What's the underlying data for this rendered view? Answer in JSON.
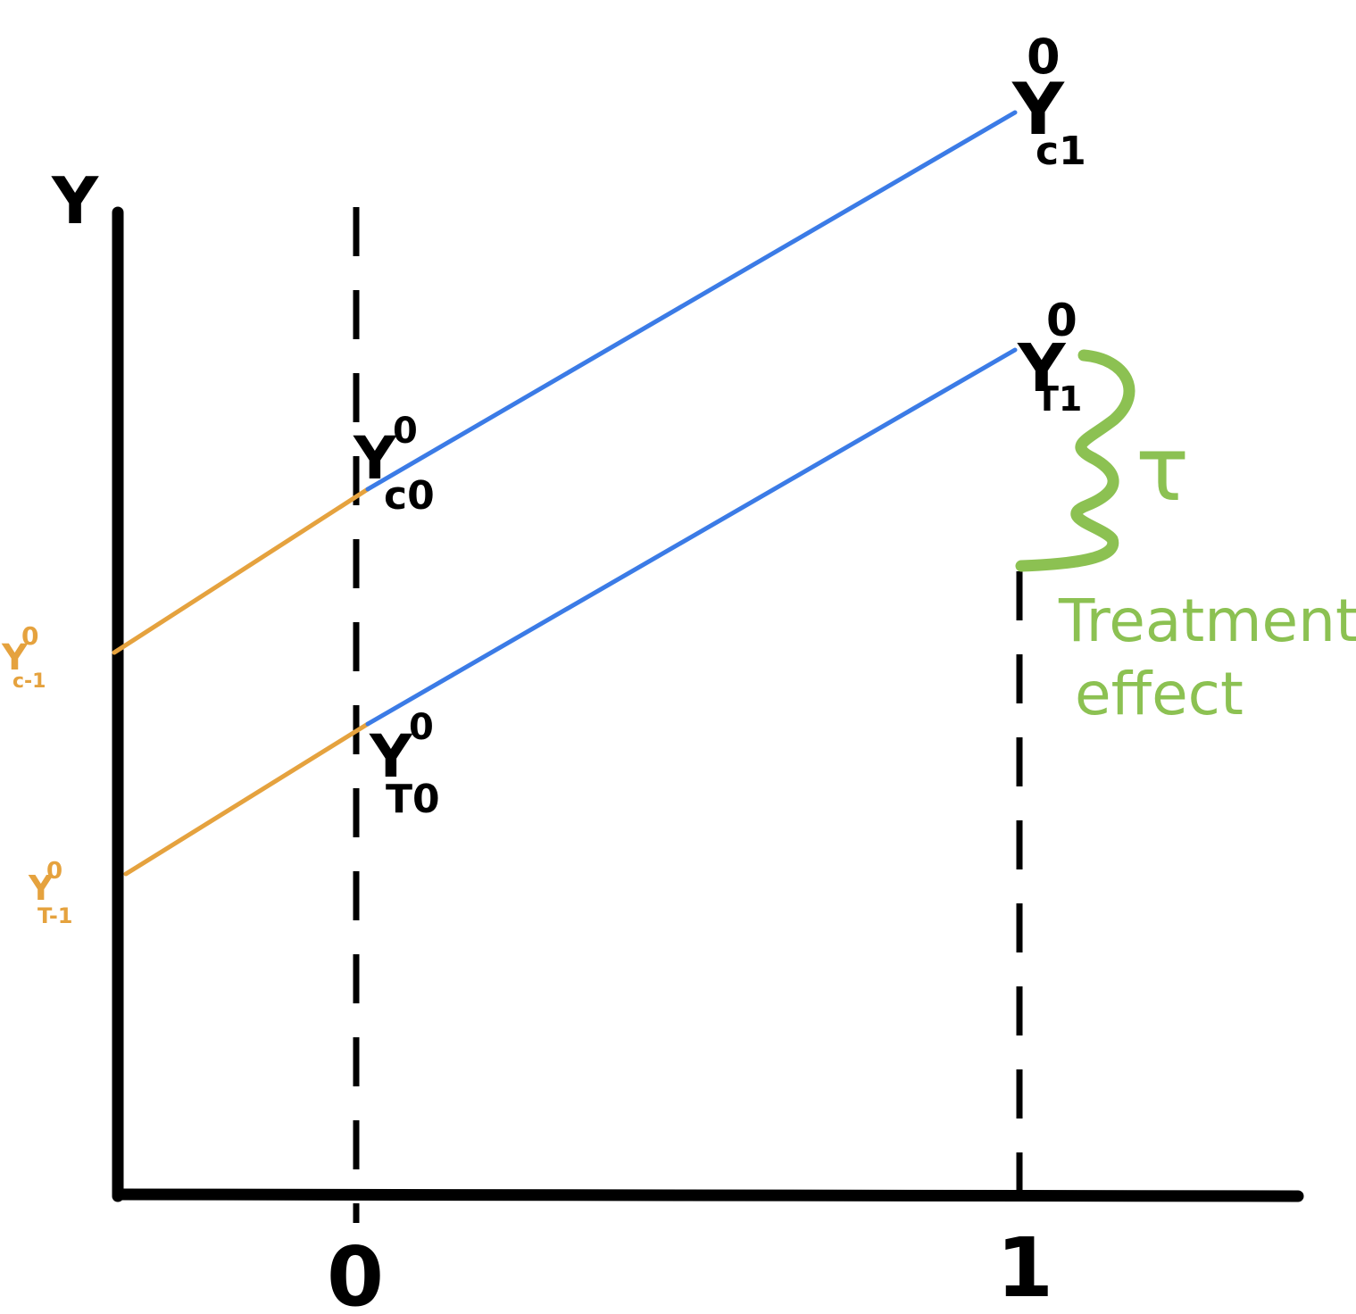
{
  "colors": {
    "axis": "#000000",
    "pre_period": "#E5A23E",
    "post_period": "#3B7BE6",
    "annotation": "#8CC152",
    "background": "#ffffff"
  },
  "axes": {
    "y_label": "Y",
    "x_tick_0": "0",
    "x_tick_1": "1"
  },
  "labels": {
    "control_pre": {
      "main": "Y",
      "sup": "0",
      "sub": "c-1"
    },
    "treated_pre": {
      "main": "Y",
      "sup": "0",
      "sub": "T-1"
    },
    "control_t0": {
      "main": "Y",
      "sup": "0",
      "sub": "c0"
    },
    "treated_t0": {
      "main": "Y",
      "sup": "0",
      "sub": "T0"
    },
    "control_t1": {
      "main": "Y",
      "sup": "0",
      "sub": "c1"
    },
    "treated_t1": {
      "main": "Y",
      "sup": "0",
      "sub": "T1"
    }
  },
  "annotation": {
    "symbol": "τ",
    "line1": "Treatment",
    "line2": "effect"
  }
}
